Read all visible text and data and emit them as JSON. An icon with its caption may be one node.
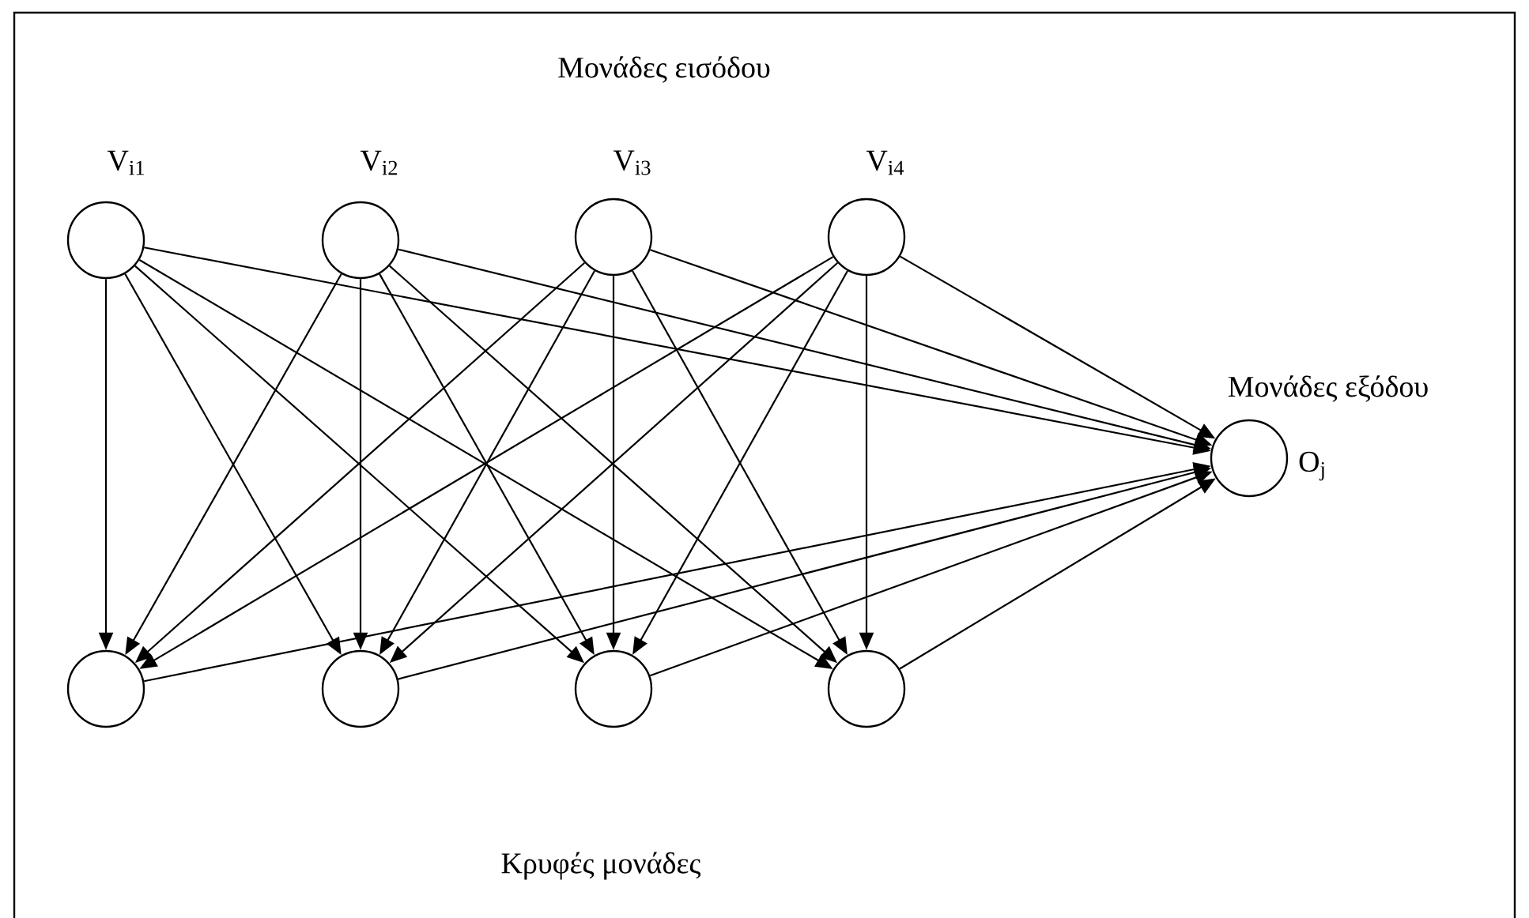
{
  "diagram": {
    "nodes": [
      {
        "text": [
          "V$_{i1}$"
        ]
      },
      {
        "text": [
          "V$_{i2}$"
        ]
      },
      {
        "text": [
          "V$_{i3}$"
        ]
      },
      {
        "text": [
          "V$_{i4}$"
        ]
      },
      {
        "text": [],
        "shape": "circle"
      },
      {
        "text": [],
        "shape": "circle"
      },
      {
        "text": [],
        "shape": "circle"
      },
      {
        "text": [],
        "shape": "circle"
      },
      {
        "text": [
          "O$_{j}$"
        ]
      }
    ],
    "edges": [
      {
        "from": 0,
        "to": 4,
        "arrow": "to"
      },
      {
        "from": 0,
        "to": 5,
        "arrow": "to"
      },
      {
        "from": 0,
        "to": 6,
        "arrow": "to"
      },
      {
        "from": 0,
        "to": 7,
        "arrow": "to"
      },
      {
        "from": 0,
        "to": 8,
        "arrow": "to"
      },
      {
        "from": 1,
        "to": 4,
        "arrow": "to"
      },
      {
        "from": 1,
        "to": 5,
        "arrow": "to"
      },
      {
        "from": 1,
        "to": 6,
        "arrow": "to"
      },
      {
        "from": 1,
        "to": 7,
        "arrow": "to"
      },
      {
        "from": 1,
        "to": 8,
        "arrow": "to"
      },
      {
        "from": 2,
        "to": 4,
        "arrow": "to"
      },
      {
        "from": 2,
        "to": 5,
        "arrow": "to"
      },
      {
        "from": 2,
        "to": 6,
        "arrow": "to"
      },
      {
        "from": 2,
        "to": 7,
        "arrow": "to"
      },
      {
        "from": 2,
        "to": 8,
        "arrow": "to"
      },
      {
        "from": 3,
        "to": 4,
        "arrow": "to"
      },
      {
        "from": 3,
        "to": 5,
        "arrow": "to"
      },
      {
        "from": 3,
        "to": 6,
        "arrow": "to"
      },
      {
        "from": 3,
        "to": 7,
        "arrow": "to"
      },
      {
        "from": 3,
        "to": 8,
        "arrow": "to"
      },
      {
        "from": 4,
        "to": 8,
        "arrow": "to"
      },
      {
        "from": 5,
        "to": 8,
        "arrow": "to"
      },
      {
        "from": 6,
        "to": 8,
        "arrow": "to"
      },
      {
        "from": 7,
        "to": 8,
        "arrow": "to"
      }
    ],
    "labels": [
      "Μονάδες εισόδου",
      "Μονάδες εξόδου",
      "Κρυφές μονάδες"
    ]
  }
}
